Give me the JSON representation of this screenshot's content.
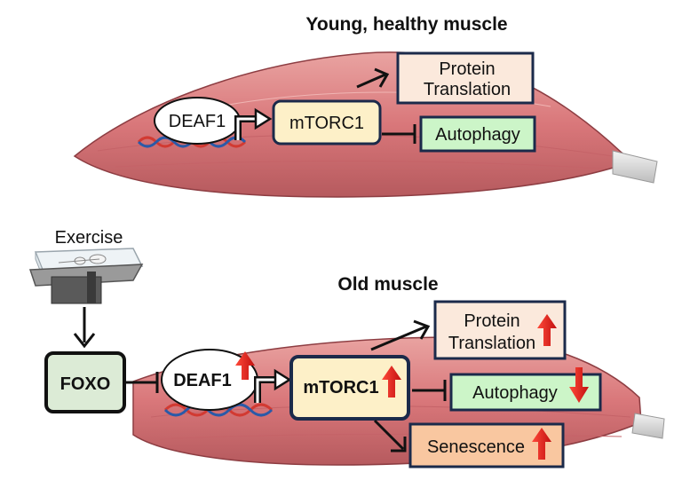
{
  "titles": {
    "young": "Young, healthy muscle",
    "old": "Old muscle"
  },
  "young_panel": {
    "gene": "DEAF1",
    "kinase": "mTORC1",
    "translation_line1": "Protein",
    "translation_line2": "Translation",
    "autophagy": "Autophagy"
  },
  "old_panel": {
    "exercise": "Exercise",
    "foxo": "FOXO",
    "gene": "DEAF1",
    "kinase": "mTORC1",
    "translation_line1": "Protein",
    "translation_line2": "Translation",
    "autophagy": "Autophagy",
    "senescence": "Senescence"
  },
  "colors": {
    "muscle": "#d9777a",
    "box_border": "#1b2a4a",
    "mtorc_fill": "#fdf0c8",
    "translation_fill": "#fbe9dc",
    "autophagy_fill": "#ccf5c8",
    "foxo_fill": "#dcebd6",
    "senescence_fill": "#f9c7a0",
    "up_arrow": "#e02020",
    "dna_red": "#d23a32",
    "dna_blue": "#2a5aa8"
  }
}
